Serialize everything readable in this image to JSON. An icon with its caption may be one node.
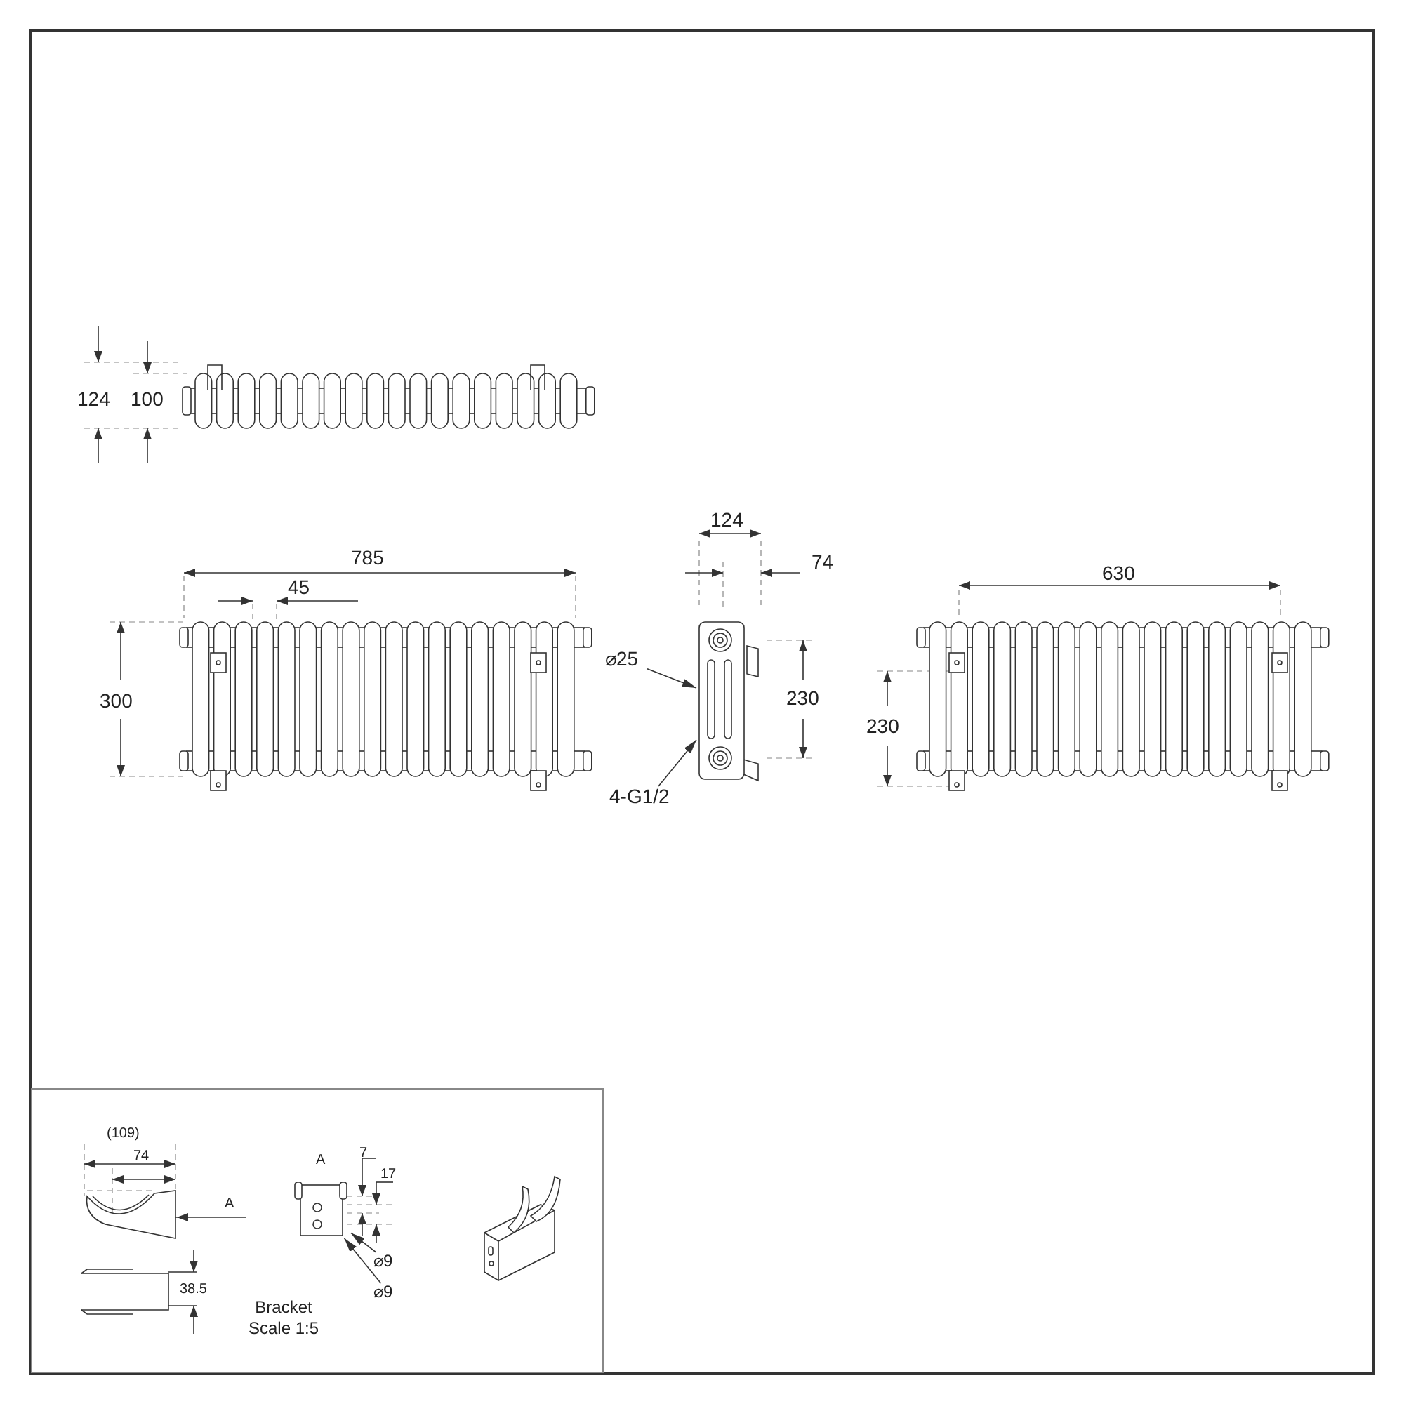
{
  "diagram": {
    "nodes": [
      {
        "text": [
          "⌀25"
        ]
      },
      {
        "text": [],
        "shape": "picture"
      },
      {
        "text": [
          "4-G1/2"
        ]
      },
      {
        "text": [
          "⌀9"
        ]
      },
      {
        "text": [
          "⌀9"
        ]
      },
      {
        "text": [],
        "shape": "picture"
      }
    ],
    "edges": [
      {
        "from": 0,
        "to": 1,
        "arrow": "to"
      },
      {
        "from": 2,
        "to": 1,
        "arrow": "to"
      },
      {
        "from": 3,
        "to": 5,
        "arrow": "to"
      },
      {
        "from": 4,
        "to": 5,
        "arrow": "to"
      }
    ],
    "labels": [
      "124",
      "100",
      "785",
      "45",
      "300",
      "124",
      "74",
      "230",
      "630",
      "230",
      "(109)",
      "74",
      "A",
      "A",
      "7",
      "17",
      "38.5",
      "Bracket Scale 1:5"
    ]
  }
}
